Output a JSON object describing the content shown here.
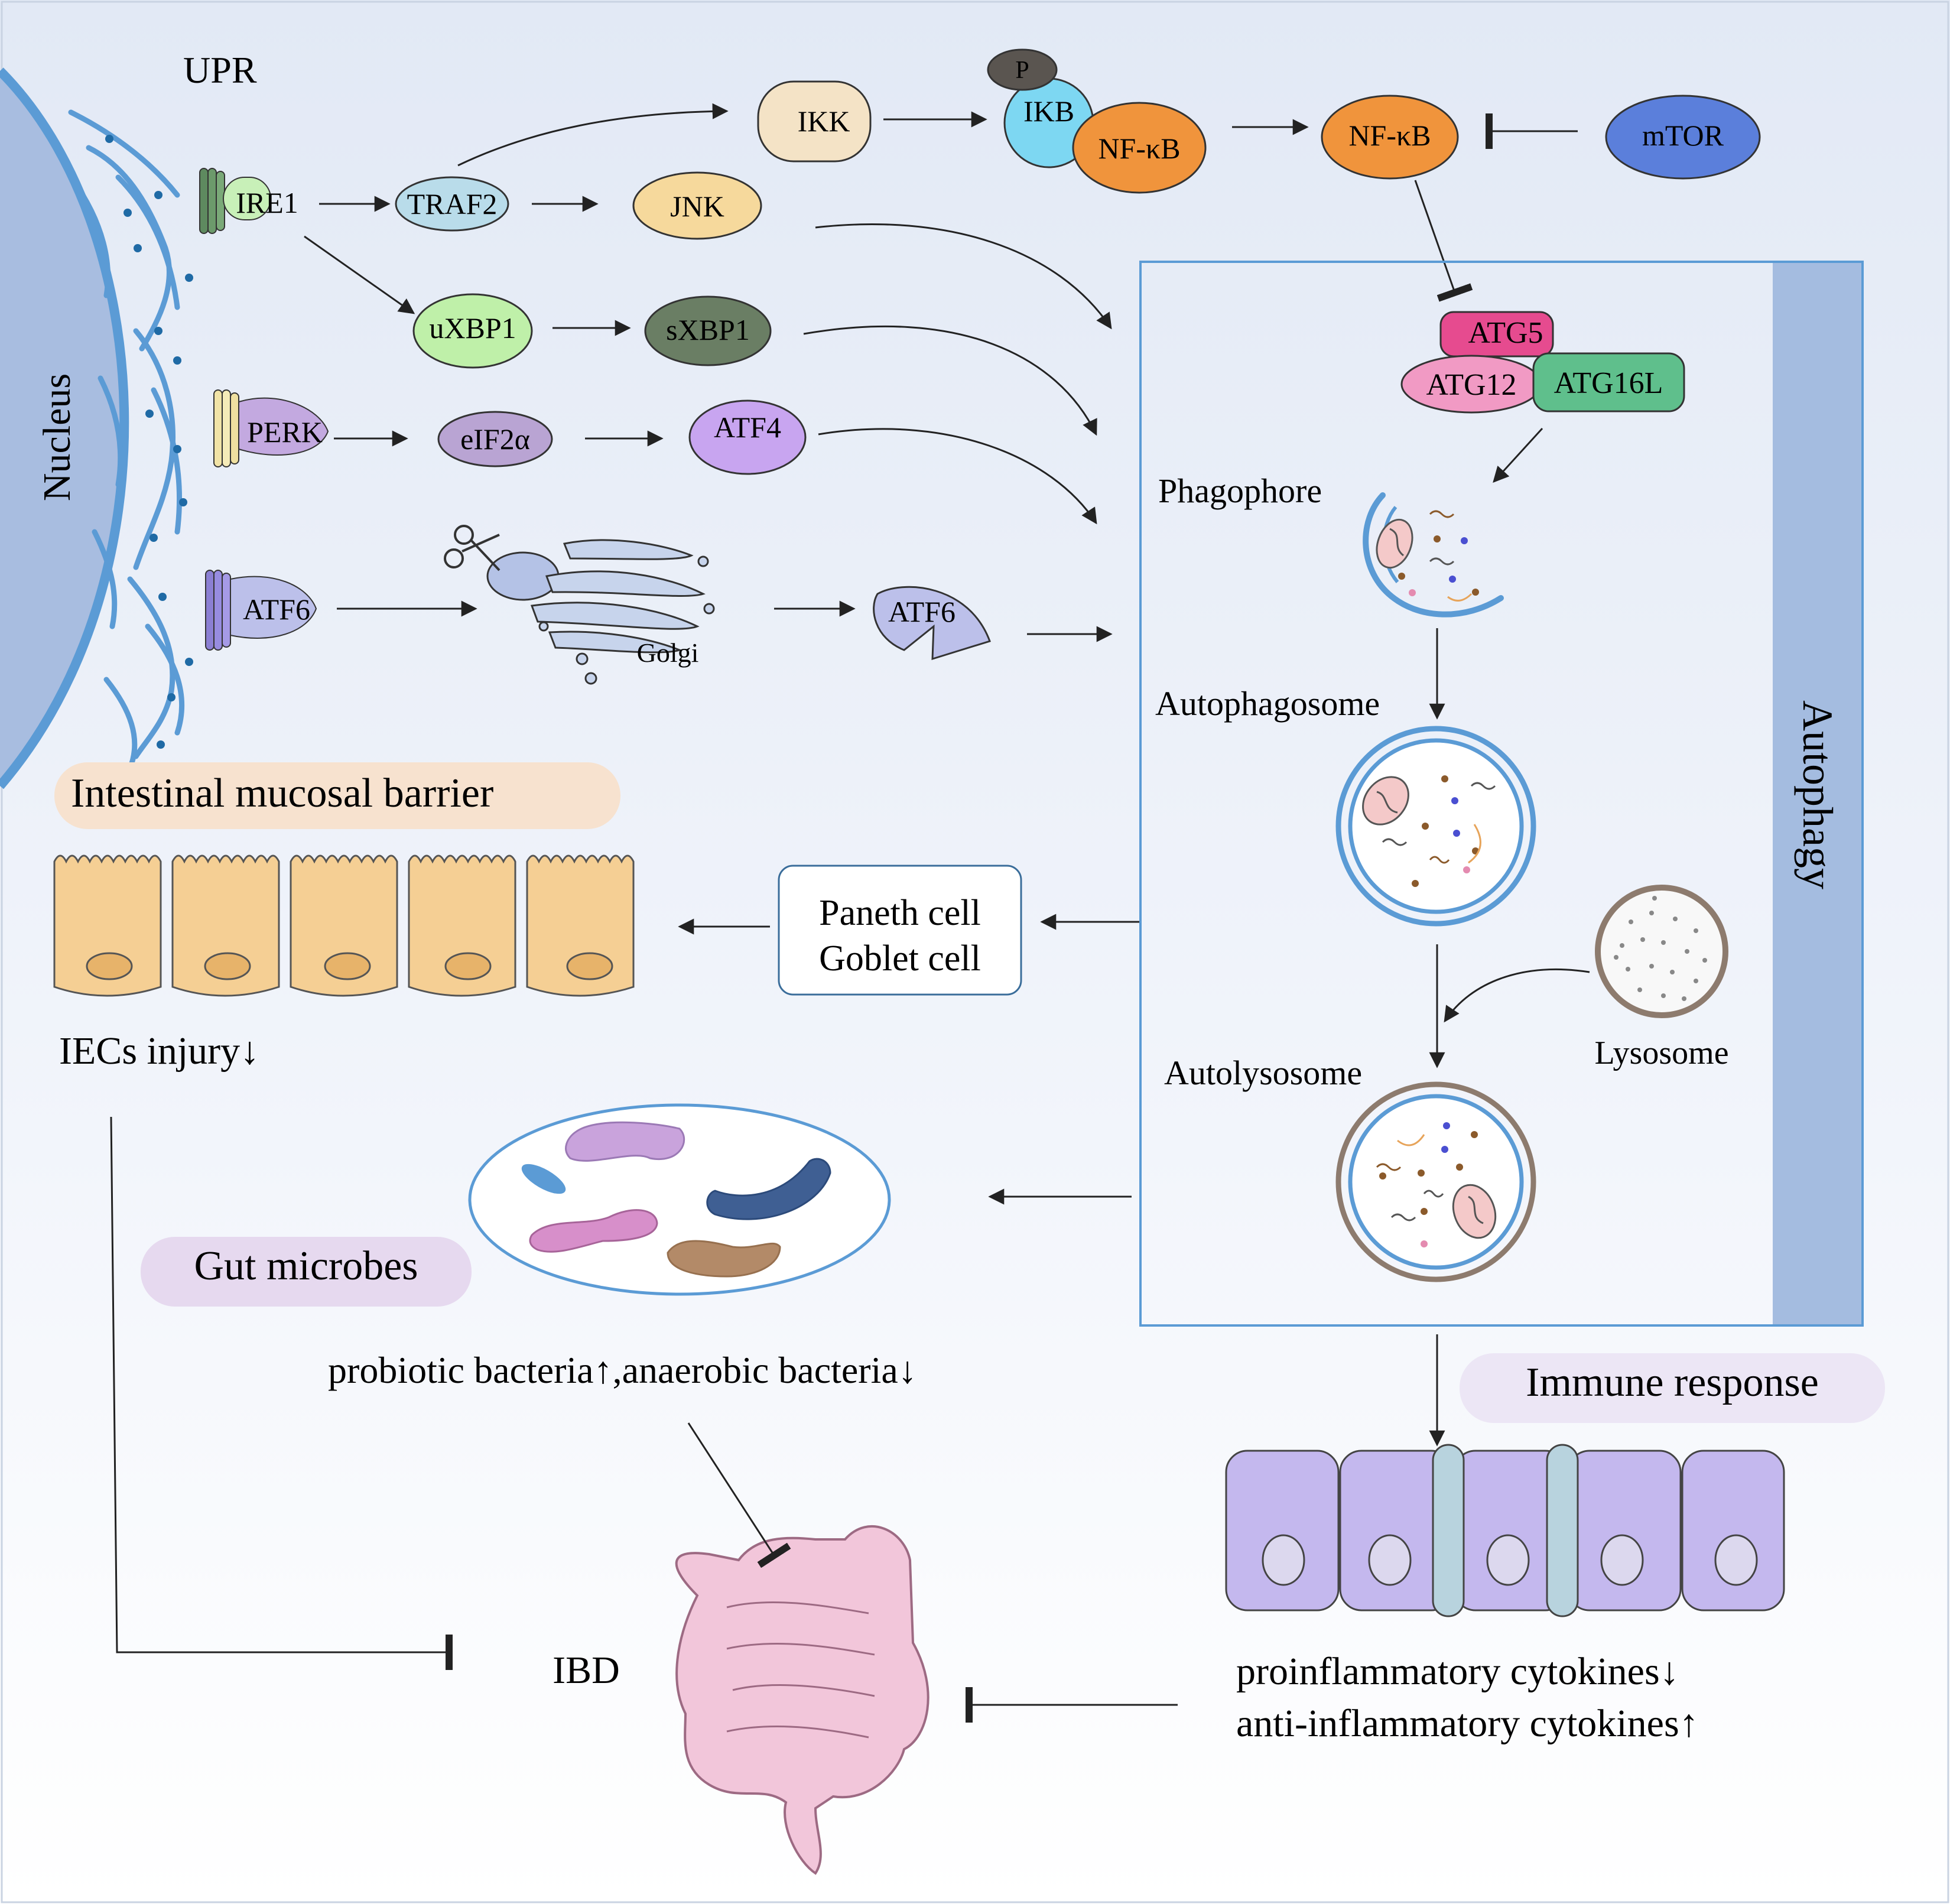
{
  "upr": {
    "title": "UPR",
    "nucleus": "Nucleus",
    "sensors": {
      "ire1": "IRE1",
      "perk": "PERK",
      "atf6": "ATF6"
    },
    "nodes": {
      "traf2": "TRAF2",
      "jnk": "JNK",
      "uxbp1": "uXBP1",
      "sxbp1": "sXBP1",
      "eif2a": "eIF2α",
      "atf4": "ATF4",
      "ikk": "IKK",
      "p": "P",
      "ikb": "IKB",
      "nfkb_complex": "NF-κB",
      "nfkb": "NF-κB",
      "mtor": "mTOR",
      "golgi": "Golgi",
      "atf6_cleaved": "ATF6"
    }
  },
  "autophagy": {
    "title": "Autophagy",
    "atg5": "ATG5",
    "atg12": "ATG12",
    "atg16l": "ATG16L",
    "phagophore": "Phagophore",
    "autophagosome": "Autophagosome",
    "autolysosome": "Autolysosome",
    "lysosome": "Lysosome"
  },
  "barrier": {
    "title": "Intestinal mucosal barrier",
    "cells": "Paneth cell",
    "cells2": "Goblet cell",
    "effect": "IECs injury↓"
  },
  "microbes": {
    "title": "Gut microbes",
    "effect": "probiotic bacteria↑,anaerobic bacteria↓"
  },
  "immune": {
    "title": "Immune response",
    "effect1": "proinflammatory cytokines↓",
    "effect2": "anti-inflammatory cytokines↑"
  },
  "ibd": "IBD",
  "colors": {
    "background_top": "#e4ebf6",
    "nucleus": "#a9bfe2",
    "er": "#5b9bd5",
    "traf2": "#b9dcea",
    "jnk": "#f6d99c",
    "uxbp1": "#bff0a9",
    "sxbp1": "#6a7e64",
    "eif2a": "#b9a4d3",
    "atf4": "#c8a5f0",
    "ikk": "#f4e3c6",
    "ikb": "#7dd7f2",
    "nfkb": "#f0943c",
    "mtor": "#5b7fdb",
    "atg5": "#e64b8f",
    "atg12": "#f19ac4",
    "atg16l": "#5fbf8c",
    "autophagy_bar": "#a4bce0",
    "barrier_badge": "#f7e2cf",
    "cell_fill": "#f5cf94",
    "microbe_badge": "#e6d9ef",
    "immune_badge": "#ece6f5",
    "immune_cell": "#c4b8ee"
  }
}
